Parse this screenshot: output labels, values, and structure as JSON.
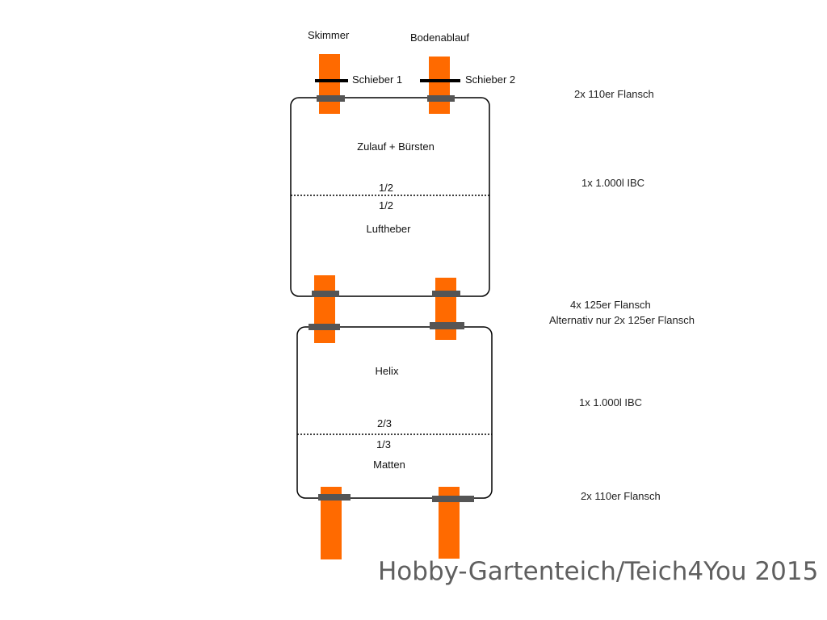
{
  "labels": {
    "skimmer": "Skimmer",
    "bodenablauf": "Bodenablauf",
    "schieber1": "Schieber 1",
    "schieber2": "Schieber 2"
  },
  "tank_top": {
    "upper_chamber": "Zulauf + Bürsten",
    "upper_fraction": "1/2",
    "lower_fraction": "1/2",
    "lower_chamber": "Luftheber"
  },
  "tank_bottom": {
    "upper_chamber": "Helix",
    "upper_fraction": "2/3",
    "lower_fraction": "1/3",
    "lower_chamber": "Matten"
  },
  "notes": {
    "top_flanges": "2x 110er Flansch",
    "top_ibc": "1x 1.000l IBC",
    "middle_flanges": "4x 125er Flansch",
    "middle_alternative": "Alternativ nur 2x 125er Flansch",
    "bottom_ibc": "1x 1.000l IBC",
    "bottom_flanges": "2x 110er Flansch"
  },
  "watermark": "Hobby-Gartenteich/Teich4You 2015",
  "colors": {
    "pipe": "#ff6a00",
    "flange": "#555555",
    "outline": "#000000"
  }
}
